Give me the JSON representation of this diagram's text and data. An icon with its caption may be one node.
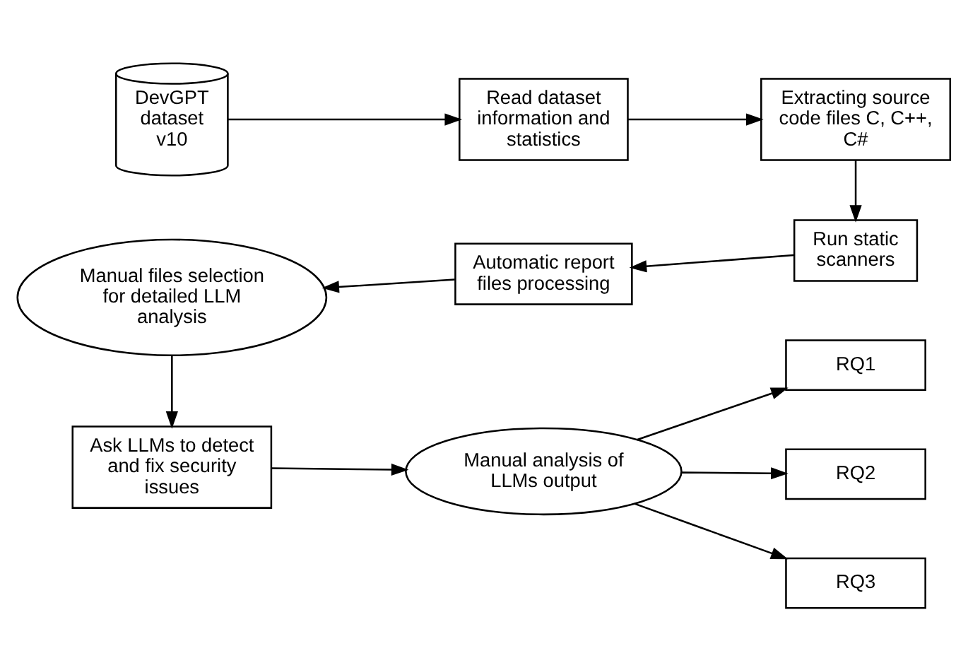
{
  "diagram": {
    "nodes": [
      {
        "text": [
          "DevGPT dataset v10"
        ]
      },
      {
        "text": [
          "Read dataset information and statistics"
        ]
      },
      {
        "text": [
          "Extracting source code files C, C++, C#"
        ]
      },
      {
        "text": [
          "Run static scanners"
        ]
      },
      {
        "text": [
          "Automatic report files processing"
        ]
      },
      {
        "text": [
          "Manual files selection for detailed LLM analysis"
        ]
      },
      {
        "text": [
          "Ask LLMs to detect and fix security issues"
        ]
      },
      {
        "text": [
          "Manual analysis of LLMs output"
        ]
      },
      {
        "text": [
          "RQ1"
        ]
      },
      {
        "text": [
          "RQ2"
        ]
      },
      {
        "text": [
          "RQ3"
        ]
      }
    ],
    "edges": [
      {
        "from": 0,
        "to": 1,
        "arrow": "to"
      },
      {
        "from": 1,
        "to": 2,
        "arrow": "to"
      },
      {
        "from": 2,
        "to": 3,
        "arrow": "to"
      },
      {
        "from": 3,
        "to": 4,
        "arrow": "to"
      },
      {
        "from": 4,
        "to": 5,
        "arrow": "to"
      },
      {
        "from": 5,
        "to": 6,
        "arrow": "to"
      },
      {
        "from": 6,
        "to": 7,
        "arrow": "to"
      },
      {
        "from": 7,
        "to": 8,
        "arrow": "to"
      },
      {
        "from": 7,
        "to": 9,
        "arrow": "to"
      },
      {
        "from": 7,
        "to": 10,
        "arrow": "to"
      }
    ]
  }
}
